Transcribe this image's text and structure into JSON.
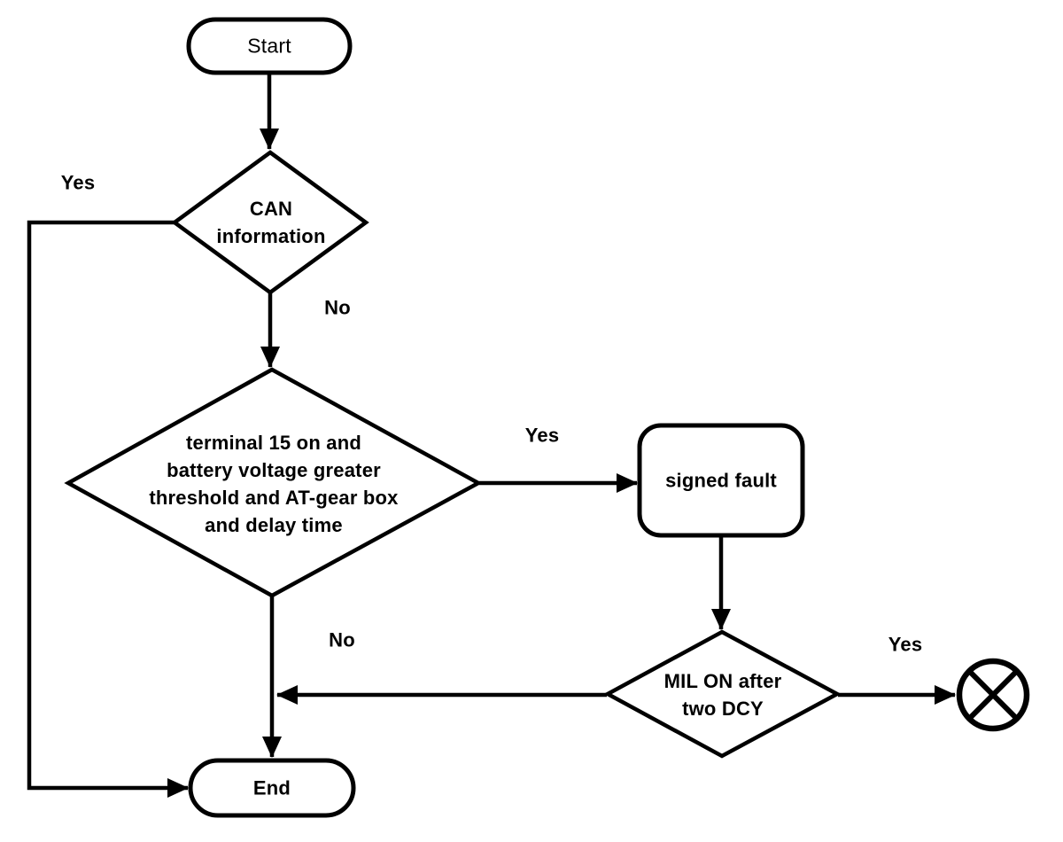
{
  "diagram": {
    "background_color": "#ffffff",
    "line_color": "#000000",
    "nodes": {
      "start": {
        "shape": "rounded-terminator",
        "label": "Start"
      },
      "can_decision": {
        "shape": "diamond",
        "lines": [
          "CAN",
          "information"
        ]
      },
      "terminal_decision": {
        "shape": "diamond",
        "lines": [
          "terminal 15 on and",
          "battery voltage greater",
          "threshold and AT-gear box",
          "and delay time"
        ]
      },
      "signed_fault": {
        "shape": "rounded-rect",
        "label": "signed fault"
      },
      "mil_decision": {
        "shape": "diamond",
        "lines": [
          "MIL ON after",
          "two DCY"
        ]
      },
      "end": {
        "shape": "rounded-terminator",
        "label": "End"
      },
      "crossed_circle": {
        "shape": "crossed-circle-terminator",
        "label": ""
      }
    },
    "edge_labels": {
      "can_yes": "Yes",
      "can_no": "No",
      "terminal_yes": "Yes",
      "terminal_no": "No",
      "mil_yes": "Yes"
    }
  }
}
